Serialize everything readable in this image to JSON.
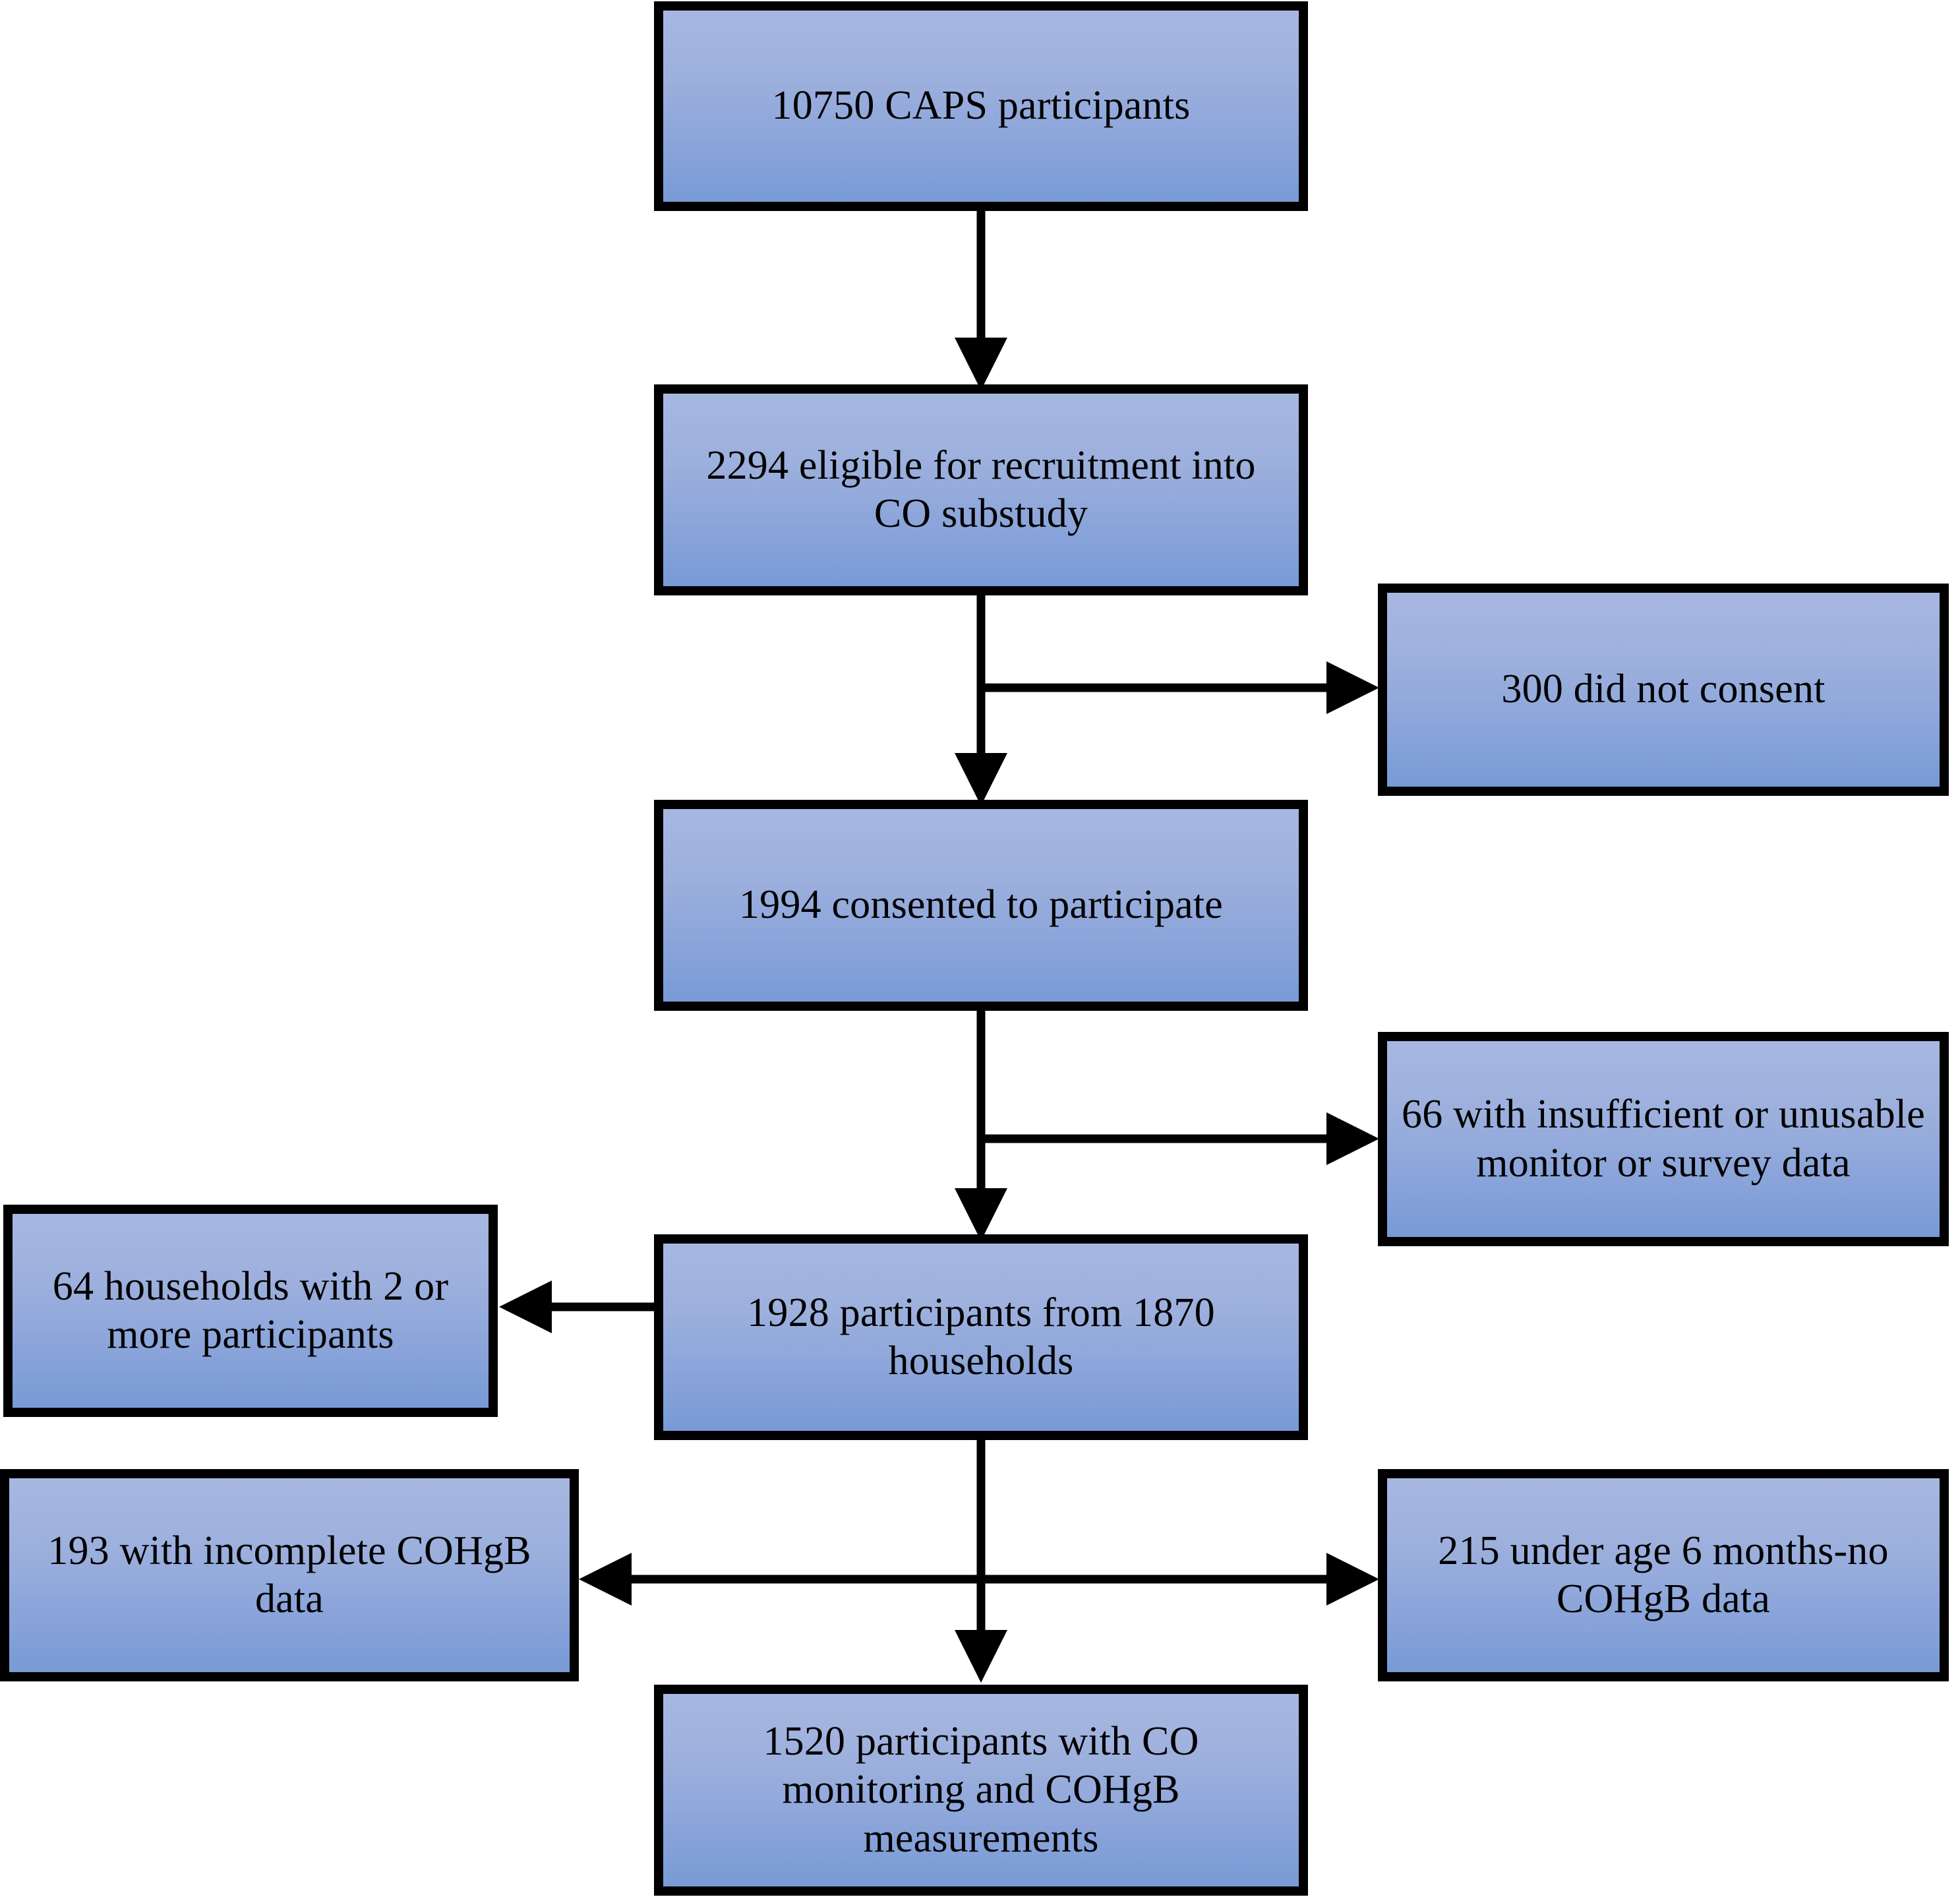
{
  "diagram": {
    "type": "flowchart",
    "title": "CAPS CO substudy participant flow",
    "orientation": "top-to-bottom",
    "background_color": "#ffffff",
    "node_fill_top": "#a7b7e0",
    "node_fill_bottom": "#789ad6",
    "node_border_color": "#000000",
    "text_color": "#000000",
    "nodes": [
      {
        "id": "caps",
        "label": "10750 CAPS participants",
        "column": "center"
      },
      {
        "id": "eligible",
        "label": "2294 eligible for recruitment into CO substudy",
        "column": "center"
      },
      {
        "id": "noconsent",
        "label": "300 did not consent",
        "column": "right"
      },
      {
        "id": "consented",
        "label": "1994 consented to participate",
        "column": "center"
      },
      {
        "id": "unusable",
        "label": "66 with insufficient or unusable monitor or survey data",
        "column": "right"
      },
      {
        "id": "households2",
        "label": "64 households with 2 or more participants",
        "column": "left"
      },
      {
        "id": "participants",
        "label": "1928 participants from 1870 households",
        "column": "center"
      },
      {
        "id": "incomplete",
        "label": "193 with incomplete COHgB data",
        "column": "left"
      },
      {
        "id": "underage",
        "label": "215 under age 6 months-no COHgB data",
        "column": "right"
      },
      {
        "id": "final",
        "label": "1520 participants with CO monitoring and COHgB measurements",
        "column": "center"
      }
    ],
    "edges": [
      {
        "from": "caps",
        "to": "eligible",
        "style": "single-arrow",
        "direction": "down"
      },
      {
        "from": "eligible",
        "to": "consented",
        "style": "single-arrow",
        "direction": "down"
      },
      {
        "from": "eligible",
        "to": "noconsent",
        "style": "single-arrow",
        "direction": "right"
      },
      {
        "from": "consented",
        "to": "participants",
        "style": "single-arrow",
        "direction": "down"
      },
      {
        "from": "consented",
        "to": "unusable",
        "style": "single-arrow",
        "direction": "right"
      },
      {
        "from": "participants",
        "to": "households2",
        "style": "single-arrow",
        "direction": "left"
      },
      {
        "from": "participants",
        "to": "final",
        "style": "single-arrow",
        "direction": "down"
      },
      {
        "from": "participants",
        "to": "incomplete",
        "style": "double-arrow",
        "direction": "left"
      },
      {
        "from": "participants",
        "to": "underage",
        "style": "double-arrow",
        "direction": "right"
      }
    ]
  }
}
